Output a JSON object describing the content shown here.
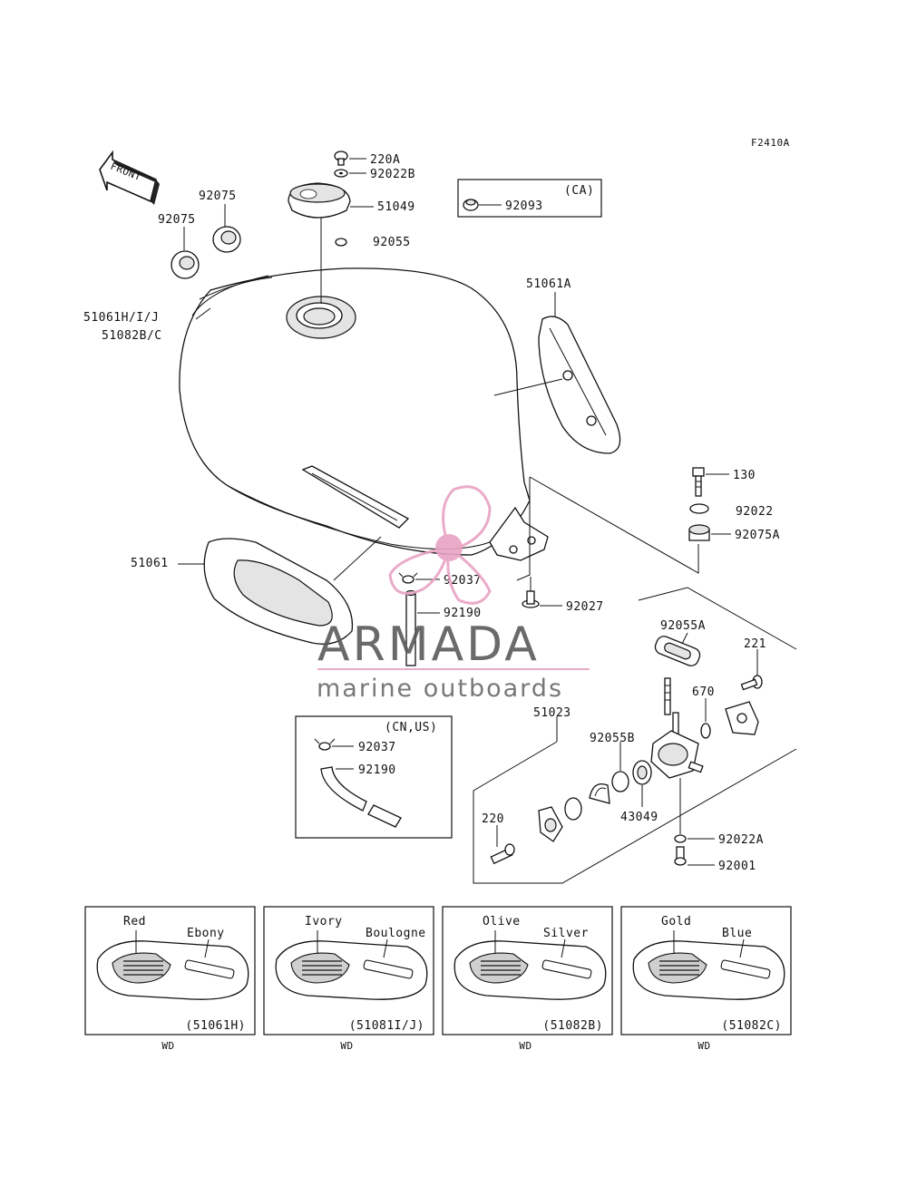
{
  "diagram": {
    "code": "F2410A",
    "front_label": "FRONT",
    "parts": {
      "p220A": "220A",
      "p92022B": "92022B",
      "p51049": "51049",
      "p92055": "92055",
      "p92075_top": "92075",
      "p92075_left": "92075",
      "p92093": "92093",
      "ca_label": "(CA)",
      "p51061A": "51061A",
      "p51061HIJ": "51061H/I/J",
      "p51082BC": "51082B/C",
      "p130": "130",
      "p92022": "92022",
      "p92075A": "92075A",
      "p51061": "51061",
      "p92037": "92037",
      "p92027": "92027",
      "p92190": "92190",
      "p92055A": "92055A",
      "p221": "221",
      "p670": "670",
      "p51023": "51023",
      "p92055B": "92055B",
      "p43049": "43049",
      "p220": "220",
      "p92022A": "92022A",
      "p92001": "92001",
      "cnus_label": "(CN,US)",
      "cnus_92037": "92037",
      "cnus_92190": "92190"
    },
    "variants": [
      {
        "color_a": "Red",
        "color_b": "Ebony",
        "code": "(51061H)",
        "region": "WD"
      },
      {
        "color_a": "Ivory",
        "color_b": "Boulogne",
        "code": "(51081I/J)",
        "region": "WD"
      },
      {
        "color_a": "Olive",
        "color_b": "Silver",
        "code": "(51082B)",
        "region": "WD"
      },
      {
        "color_a": "Gold",
        "color_b": "Blue",
        "code": "(51082C)",
        "region": "WD"
      }
    ]
  },
  "watermark": {
    "title": "ARMADA",
    "subtitle": "marine outboards",
    "accent": "#e8a3c4"
  }
}
